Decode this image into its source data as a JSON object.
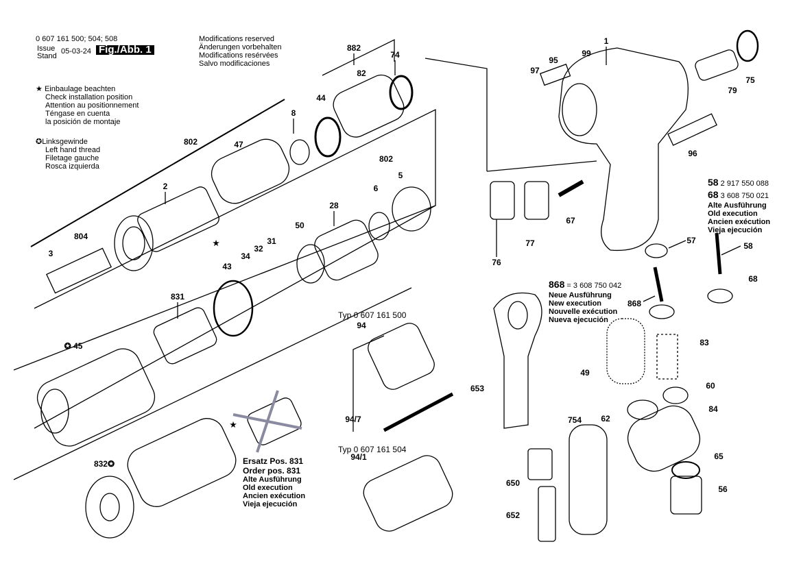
{
  "header": {
    "model_numbers": "0 607 161 500; 504; 508",
    "issue_label": "Issue",
    "stand_label": "Stand",
    "date": "05-03-24",
    "figure": "Fig./Abb. 1",
    "modifications": [
      "Modifications reserved",
      "Änderungen vorbehalten",
      "Modifications resérvées",
      "Salvo modificaciones"
    ]
  },
  "legend": {
    "star": [
      "Einbaulage beachten",
      "Check installation position",
      "Attention au positionnement",
      "Téngase en cuenta",
      "la posición de montaje"
    ],
    "left_thread": [
      "Linksgewinde",
      "Left hand thread",
      "Filetage gauche",
      "Rosca izquierda"
    ]
  },
  "notes": {
    "old_58_num": "58",
    "old_58_part": "2 917 550 088",
    "old_68_num": "68",
    "old_68_part": "3 608 750 021",
    "old_execution": [
      "Alte Ausführung",
      "Old execution",
      "Ancien exécution",
      "Vieja ejecución"
    ],
    "new_868_num": "868",
    "new_868_part": "= 3 608 750 042",
    "new_execution": [
      "Neue Ausführung",
      "New execution",
      "Nouvelle exécution",
      "Nueva ejecución"
    ],
    "replace": [
      "Ersatz Pos. 831",
      "Order pos. 831"
    ],
    "replace_old": [
      "Alte Ausführung",
      "Old execution",
      "Ancien exécution",
      "Vieja ejecución"
    ],
    "type_500": "Typ 0 607 161 500",
    "type_504": "Typ 0 607 161 504"
  },
  "callouts": [
    "882",
    "74",
    "82",
    "44",
    "8",
    "1",
    "95",
    "99",
    "97",
    "79",
    "75",
    "96",
    "802",
    "47",
    "802",
    "6",
    "5",
    "2",
    "28",
    "804",
    "3",
    "50",
    "31",
    "32",
    "34",
    "43",
    "76",
    "77",
    "67",
    "57",
    "58",
    "68",
    "868",
    "831",
    "94",
    "94/7",
    "653",
    "83",
    "49",
    "60",
    "62",
    "84",
    "754",
    "65",
    "650",
    "56",
    "652",
    "45",
    "832",
    "94/1"
  ],
  "symbols": {
    "star": "★",
    "left_thread": "✪"
  },
  "colors": {
    "line": "#000000",
    "crossout": "#8a8aa0"
  }
}
